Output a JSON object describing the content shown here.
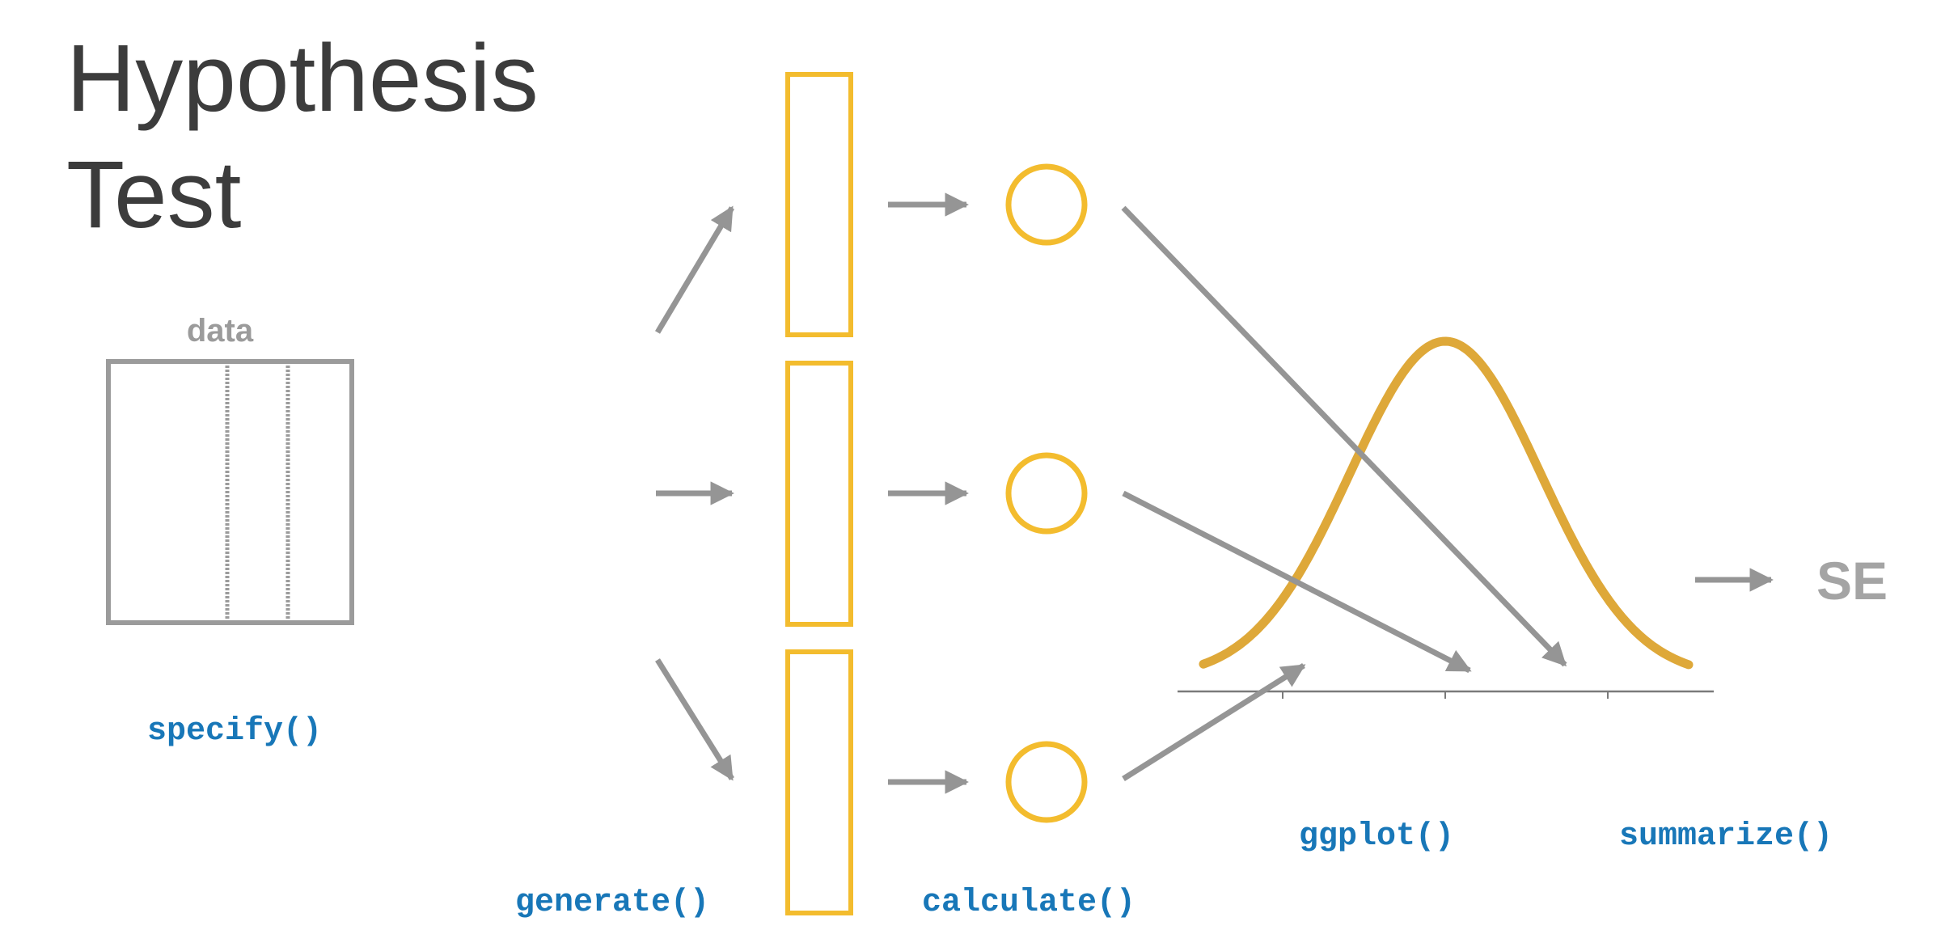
{
  "title": {
    "line1": "Hypothesis",
    "line2": "Test"
  },
  "data_label": "data",
  "functions": {
    "specify": "specify()",
    "generate": "generate()",
    "calculate": "calculate()",
    "ggplot": "ggplot()",
    "summarize": "summarize()"
  },
  "output_label": "SE",
  "colors": {
    "title": "#3c3c3c",
    "gray": "#959595",
    "gold": "#f3bc2e",
    "curve": "#dea839",
    "function_text": "#1877b8"
  }
}
